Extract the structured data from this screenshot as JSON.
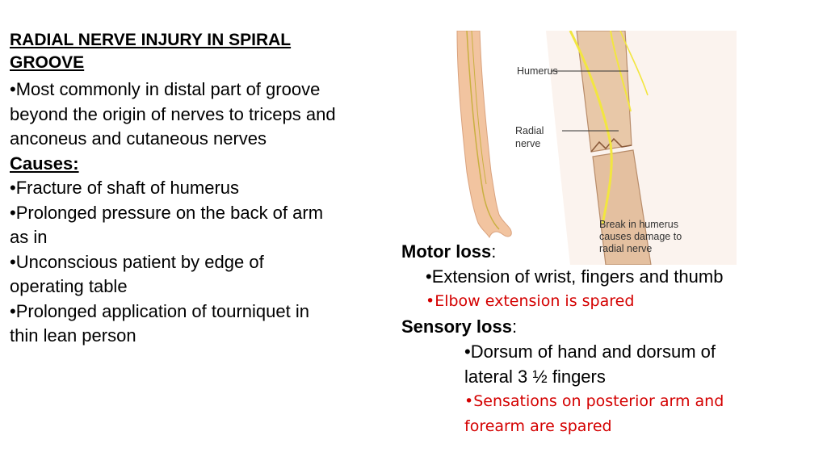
{
  "left": {
    "title_line1": "RADIAL NERVE INJURY IN SPIRAL",
    "title_line2": "GROOVE",
    "intro_lines": [
      "•Most commonly in distal part of groove",
      "beyond the origin of nerves to triceps and",
      "anconeus and cutaneous nerves"
    ],
    "causes_label": "Causes:",
    "cause_lines": [
      "•Fracture of shaft of humerus",
      "•Prolonged pressure on the back of arm",
      "as in",
      "•Unconscious patient by edge of",
      "operating table",
      "•Prolonged application of tourniquet in",
      "thin lean person"
    ]
  },
  "figure": {
    "label_humerus": "Humerus",
    "label_radial_1": "Radial",
    "label_radial_2": "nerve",
    "caption_1": "Break in humerus",
    "caption_2": "causes damage to",
    "caption_3": "radial nerve"
  },
  "right": {
    "motor_label": "Motor loss",
    "motor_colon": ":",
    "motor_item1": "•Extension of wrist,  fingers and thumb",
    "motor_item2": "•Elbow extension is spared",
    "sensory_label": "Sensory loss",
    "sensory_colon": ":",
    "sensory_item1_line1": "•Dorsum of hand and dorsum of",
    "sensory_item1_line2": "lateral 3 ½ fingers",
    "sensory_item2_line1": "•Sensations on posterior arm and",
    "sensory_item2_line2": "forearm are spared"
  },
  "colors": {
    "accent_red": "#d40000",
    "skin": "#f2c4a0",
    "bone": "#e8c8a8",
    "nerve": "#f2e640"
  }
}
